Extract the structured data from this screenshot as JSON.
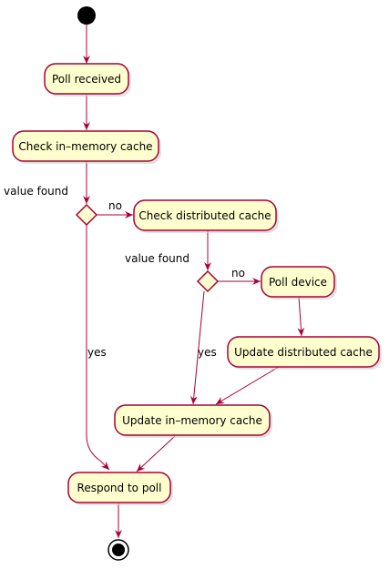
{
  "activities": {
    "poll_received": "Poll received",
    "check_in_memory": "Check in–memory cache",
    "check_distributed": "Check distributed cache",
    "poll_device": "Poll device",
    "update_distributed": "Update distributed cache",
    "update_in_memory": "Update in–memory cache",
    "respond": "Respond to poll"
  },
  "decisions": {
    "first": {
      "condition": "value found",
      "no": "no",
      "yes": "yes"
    },
    "second": {
      "condition": "value found",
      "no": "no",
      "yes": "yes"
    }
  },
  "colors": {
    "activity_fill": "#FEFECE",
    "border": "#A80036",
    "node": "#000000"
  }
}
